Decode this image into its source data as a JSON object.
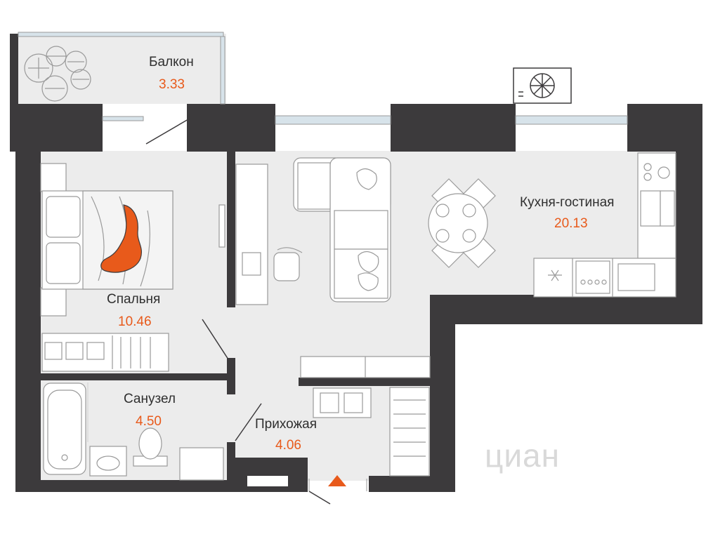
{
  "rooms": {
    "balcony": {
      "name": "Балкон",
      "area": "3.33"
    },
    "kitchen": {
      "name": "Кухня-гостиная",
      "area": "20.13"
    },
    "bedroom": {
      "name": "Спальня",
      "area": "10.46"
    },
    "bathroom": {
      "name": "Санузел",
      "area": "4.50"
    },
    "hallway": {
      "name": "Прихожая",
      "area": "4.06"
    }
  },
  "watermark": "циан",
  "colors": {
    "wall": "#3c3a3c",
    "floor": "#ececec",
    "furniture_stroke": "#9a9a9a",
    "window": "#d7e3ea",
    "accent": "#e85a1b",
    "label": "#2f2f2f"
  },
  "icons": {
    "entrance": "entrance-arrow-icon",
    "ac": "air-conditioner-icon",
    "cat": "cat-icon",
    "plant": "plant-icon"
  }
}
